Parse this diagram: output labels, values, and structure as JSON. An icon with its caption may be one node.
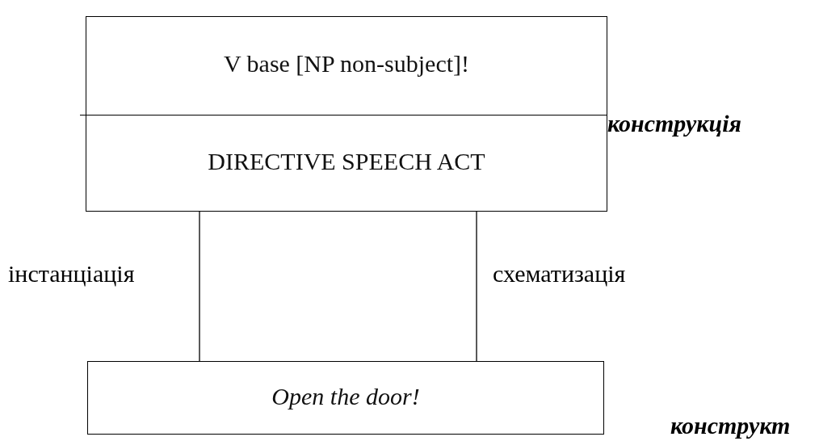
{
  "diagram": {
    "nodes": [
      {
        "text": [
          "V base [NP non-subject]!",
          "DIRECTIVE SPEECH ACT"
        ],
        "beside": [
          "конструкція"
        ]
      },
      {
        "text": [
          "Open the door!"
        ],
        "beside": [
          "конструкт"
        ]
      }
    ],
    "edges": [
      {
        "from": 0,
        "to": 1,
        "arrow": "none",
        "label": "інстанціація"
      },
      {
        "from": 1,
        "to": 0,
        "arrow": "none",
        "label": "схематизація"
      }
    ]
  }
}
